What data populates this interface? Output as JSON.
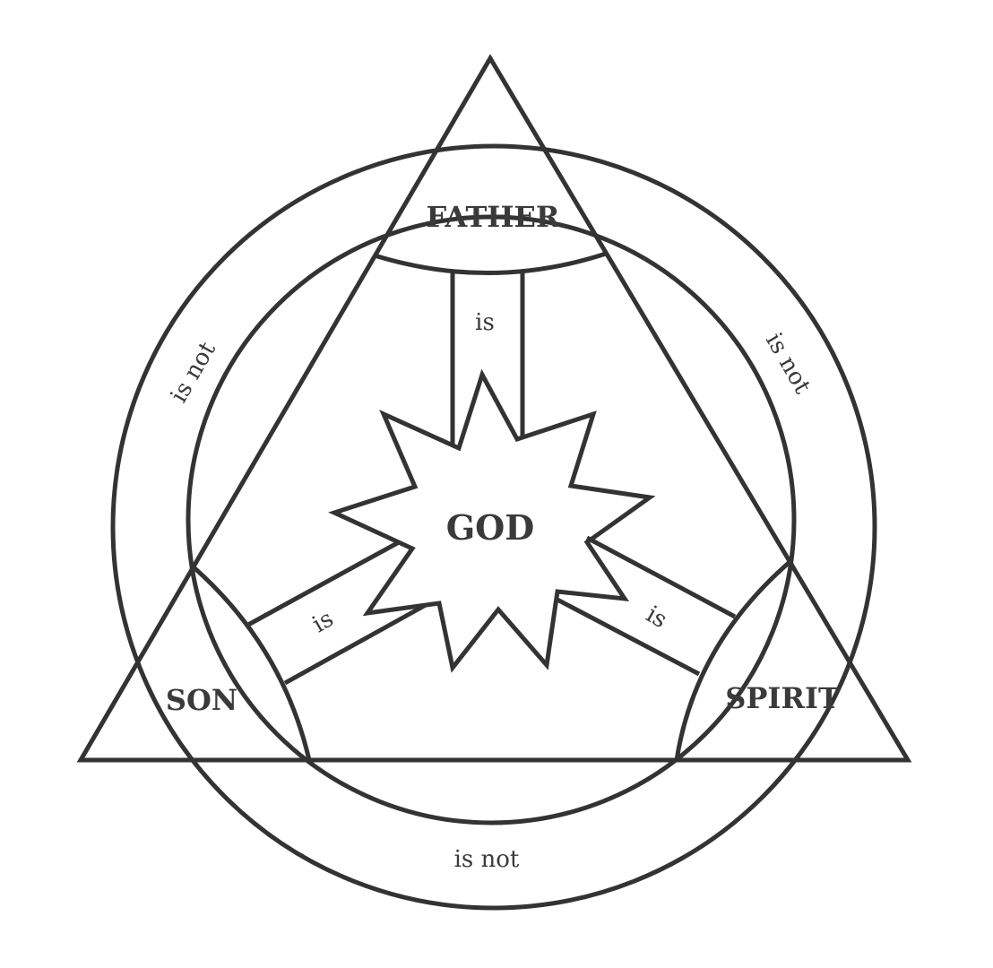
{
  "diagram": {
    "center_label": "GOD",
    "nodes": [
      {
        "id": "father",
        "label": "FATHER"
      },
      {
        "id": "son",
        "label": "SON"
      },
      {
        "id": "spirit",
        "label": "SPIRIT"
      }
    ],
    "links_to_center": [
      {
        "from": "father",
        "label": "is"
      },
      {
        "from": "son",
        "label": "is"
      },
      {
        "from": "spirit",
        "label": "is"
      }
    ],
    "links_between": [
      {
        "from": "father",
        "to": "son",
        "label": "is not"
      },
      {
        "from": "father",
        "to": "spirit",
        "label": "is not"
      },
      {
        "from": "son",
        "to": "spirit",
        "label": "is not"
      }
    ],
    "stroke_color": "#333333"
  }
}
